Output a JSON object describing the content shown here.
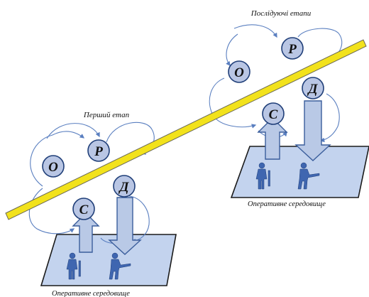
{
  "colors": {
    "axis_fill": "#f2e21c",
    "axis_outline": "#6b6a55",
    "node_fill": "#b9c6e4",
    "node_stroke": "#1f3e78",
    "arrow_fill": "#b9c9e6",
    "arrow_stroke": "#3b5e9c",
    "loop_stroke": "#5a7fc0",
    "platform_fill": "#c3d3ee",
    "platform_stroke": "#1a1a1a",
    "soldier_fill": "#3f66b0"
  },
  "icons": [
    "soldier-icon"
  ],
  "groups": [
    {
      "stage_label": "Перший етап",
      "nodes": {
        "o": "О",
        "r": "Р",
        "d": "Д",
        "s": "С"
      },
      "environment_label": "Оперативне середовище"
    },
    {
      "stage_label": "Послідуючі етапи",
      "nodes": {
        "o": "О",
        "r": "Р",
        "d": "Д",
        "s": "С"
      },
      "environment_label": "Оперативне середовище"
    }
  ]
}
